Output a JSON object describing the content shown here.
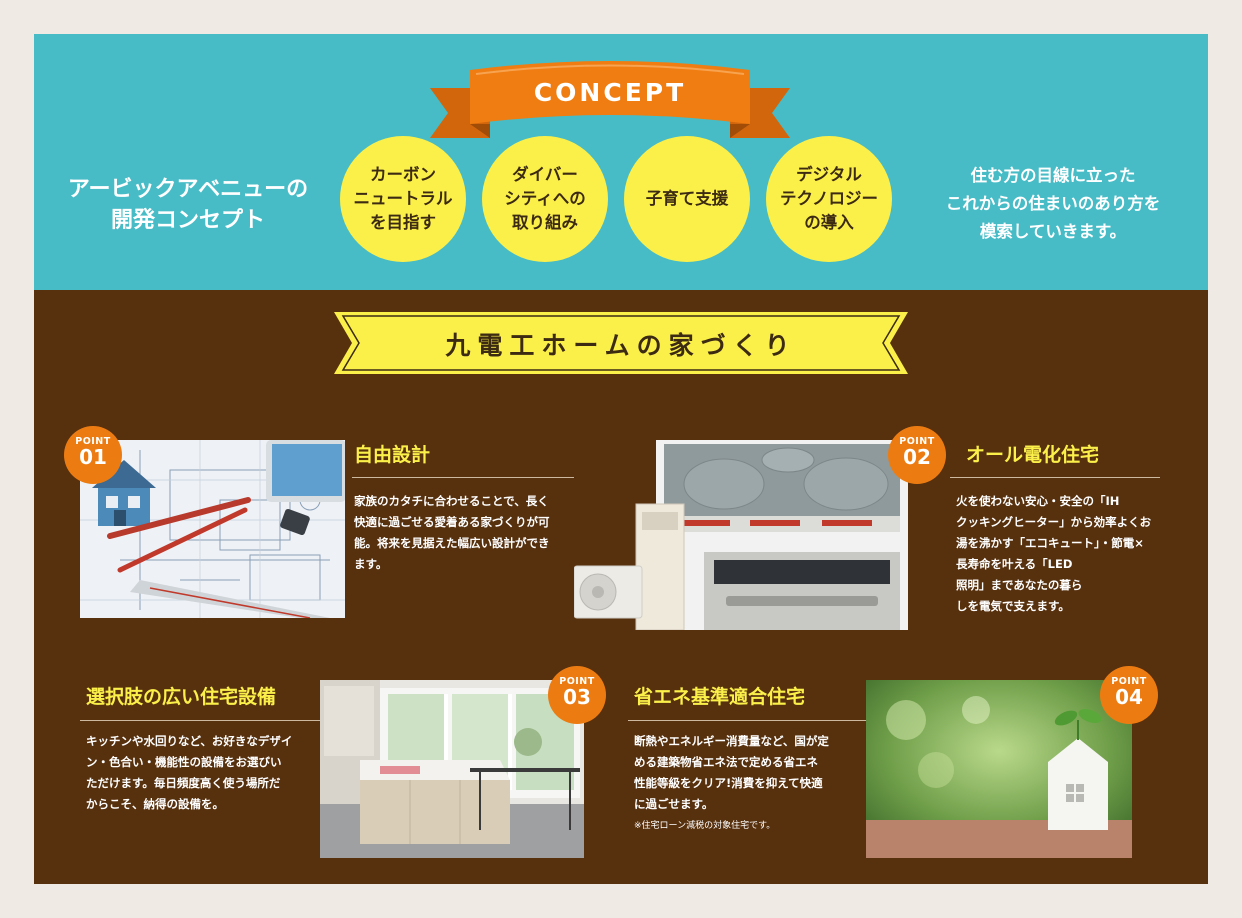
{
  "concept": {
    "title": "CONCEPT",
    "left_line1": "アービックアベニューの",
    "left_line2": "開発コンセプト",
    "bubbles": [
      "カーボン\nニュートラル\nを目指す",
      "ダイバー\nシティへの\n取り組み",
      "子育て支援",
      "デジタル\nテクノロジー\nの導入"
    ],
    "right_lines": [
      "住む方の目線に立った",
      "これからの住まいのあり方を",
      "模索していきます。"
    ]
  },
  "houses": {
    "title": "九電工ホームの家づくり",
    "point_label": "POINT",
    "features": [
      {
        "num": "01",
        "title": "自由設計",
        "body": [
          "家族のカタチに合わせることで、長く",
          "快適に過ごせる愛着ある家づくりが可",
          "能。将来を見据えた幅広い設計ができ",
          "ます。"
        ]
      },
      {
        "num": "02",
        "title": "オール電化住宅",
        "body": [
          "火を使わない安心・安全の「IH",
          "クッキングヒーター」から効率よくお",
          "湯を沸かす「エコキュート」・節電×",
          "長寿命を叶える「LED",
          "照明」まであなたの暮ら",
          "しを電気で支えます。"
        ]
      },
      {
        "num": "03",
        "title": "選択肢の広い住宅設備",
        "body": [
          "キッチンや水回りなど、お好きなデザイ",
          "ン・色合い・機能性の設備をお選びい",
          "ただけます。毎日頻度高く使う場所だ",
          "からこそ、納得の設備を。"
        ]
      },
      {
        "num": "04",
        "title": "省エネ基準適合住宅",
        "body": [
          "断熱やエネルギー消費量など、国が定",
          "める建築物省エネ法で定める省エネ",
          "性能等級をクリア!消費を抑えて快適",
          "に過ごせます。"
        ],
        "note": "※住宅ローン減税の対象住宅です。"
      }
    ]
  }
}
